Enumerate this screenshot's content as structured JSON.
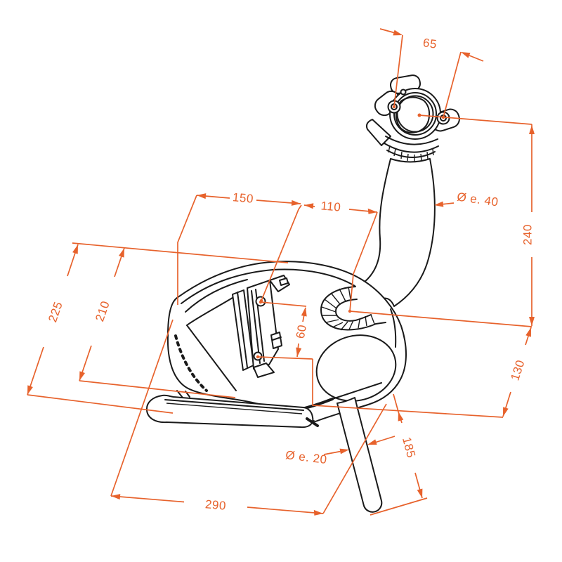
{
  "meta": {
    "title": "Exhaust muffler dimensioned technical drawing",
    "units": "mm",
    "accent_color": "#E7622C",
    "line_color": "#1A1A1A",
    "background_color": "#FFFFFF"
  },
  "dims": {
    "flange_bolt_spacing": "65",
    "inlet_pipe_diameter": "Ø e. 40",
    "flange_to_inlet_axis": "240",
    "left_to_bracket_hole": "150",
    "bracket_hole_to_inlet_axis": "110",
    "bracket_hole_spacing": "60",
    "overall_height_left": "225",
    "body_height_left": "210",
    "inlet_axis_to_bottom_right": "130",
    "tail_pipe_length": "185",
    "tail_pipe_diameter": "Ø e. 20",
    "overall_length_bottom": "290"
  }
}
